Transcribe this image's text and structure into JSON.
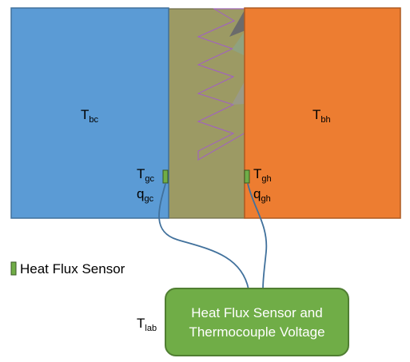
{
  "colors": {
    "cold_block": "#5B9BD5",
    "cold_border": "#41719C",
    "hot_block": "#ED7D31",
    "hot_border": "#AE5A21",
    "gap": "#9C9A64",
    "gap_border": "#6E6C48",
    "sawtooth_stroke": "#A25DC8",
    "sensor_fill": "#70AD47",
    "sensor_border": "#385723",
    "wire": "#41719C",
    "readout_fill": "#70AD47",
    "readout_border": "#507E32",
    "readout_text": "#FFFFFF"
  },
  "labels": {
    "t_bc": {
      "main": "T",
      "sub": "bc"
    },
    "t_bh": {
      "main": "T",
      "sub": "bh"
    },
    "t_gc": {
      "main": "T",
      "sub": "gc"
    },
    "q_gc": {
      "main": "q",
      "sub": "gc"
    },
    "t_gh": {
      "main": "T",
      "sub": "gh"
    },
    "q_gh": {
      "main": "q",
      "sub": "gh"
    },
    "t_lab": {
      "main": "T",
      "sub": "lab"
    }
  },
  "legend": {
    "label": "Heat Flux Sensor",
    "icon": "heat-flux-sensor-icon"
  },
  "readout_box": {
    "line1": "Heat Flux Sensor and",
    "line2": "Thermocouple Voltage"
  }
}
